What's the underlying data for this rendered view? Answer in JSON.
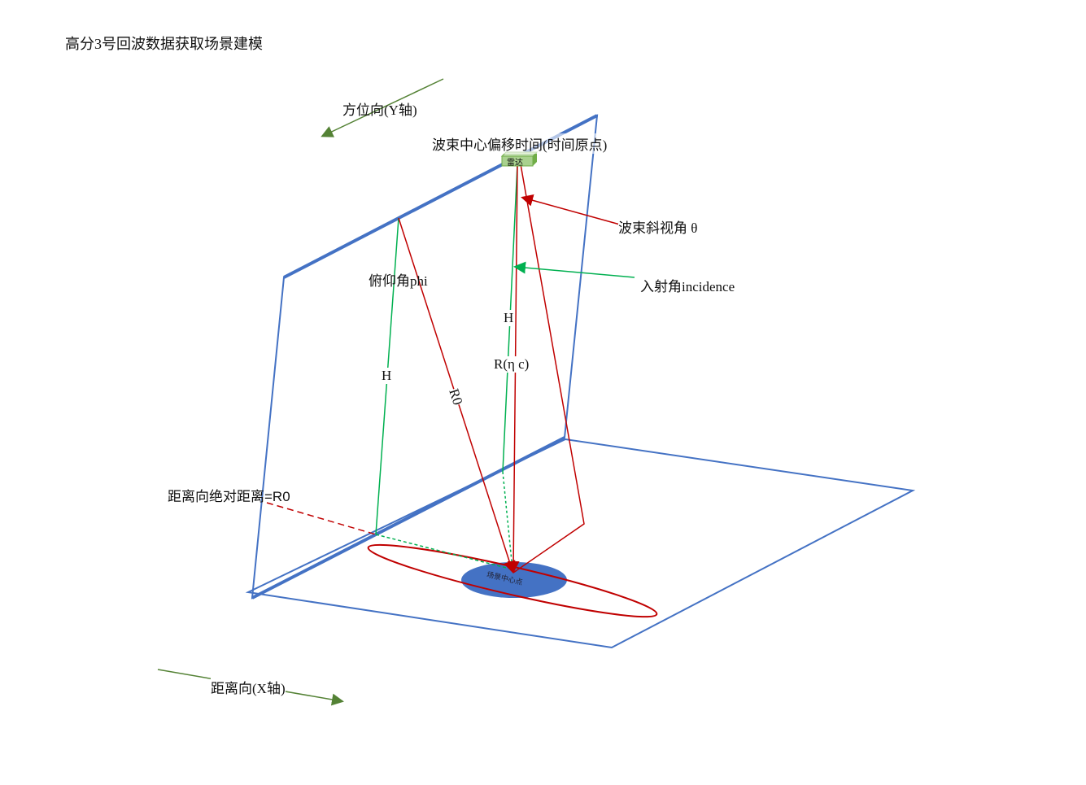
{
  "title": "高分3号回波数据获取场景建模",
  "labels": {
    "azimuth": "方位向(Y轴)",
    "beam_center_offset": "波束中心偏移时间(时间原点)",
    "radar": "雷达",
    "squint": "波束斜视角 θ",
    "incidence": "入射角incidence",
    "pitch": "俯仰角phi",
    "h_left": "H",
    "h_right": "H",
    "r0": "R0",
    "r_eta_c": "R(η c)",
    "range_abs": "距离向绝对距离=R0",
    "range_axis": "距离向(X轴)",
    "scene_center": "场景中心点"
  },
  "colors": {
    "plane": "#4472c4",
    "beam": "#c00000",
    "vertical": "#00b050",
    "axis_arrow": "#548235",
    "radar_box": "#a9d18e"
  }
}
